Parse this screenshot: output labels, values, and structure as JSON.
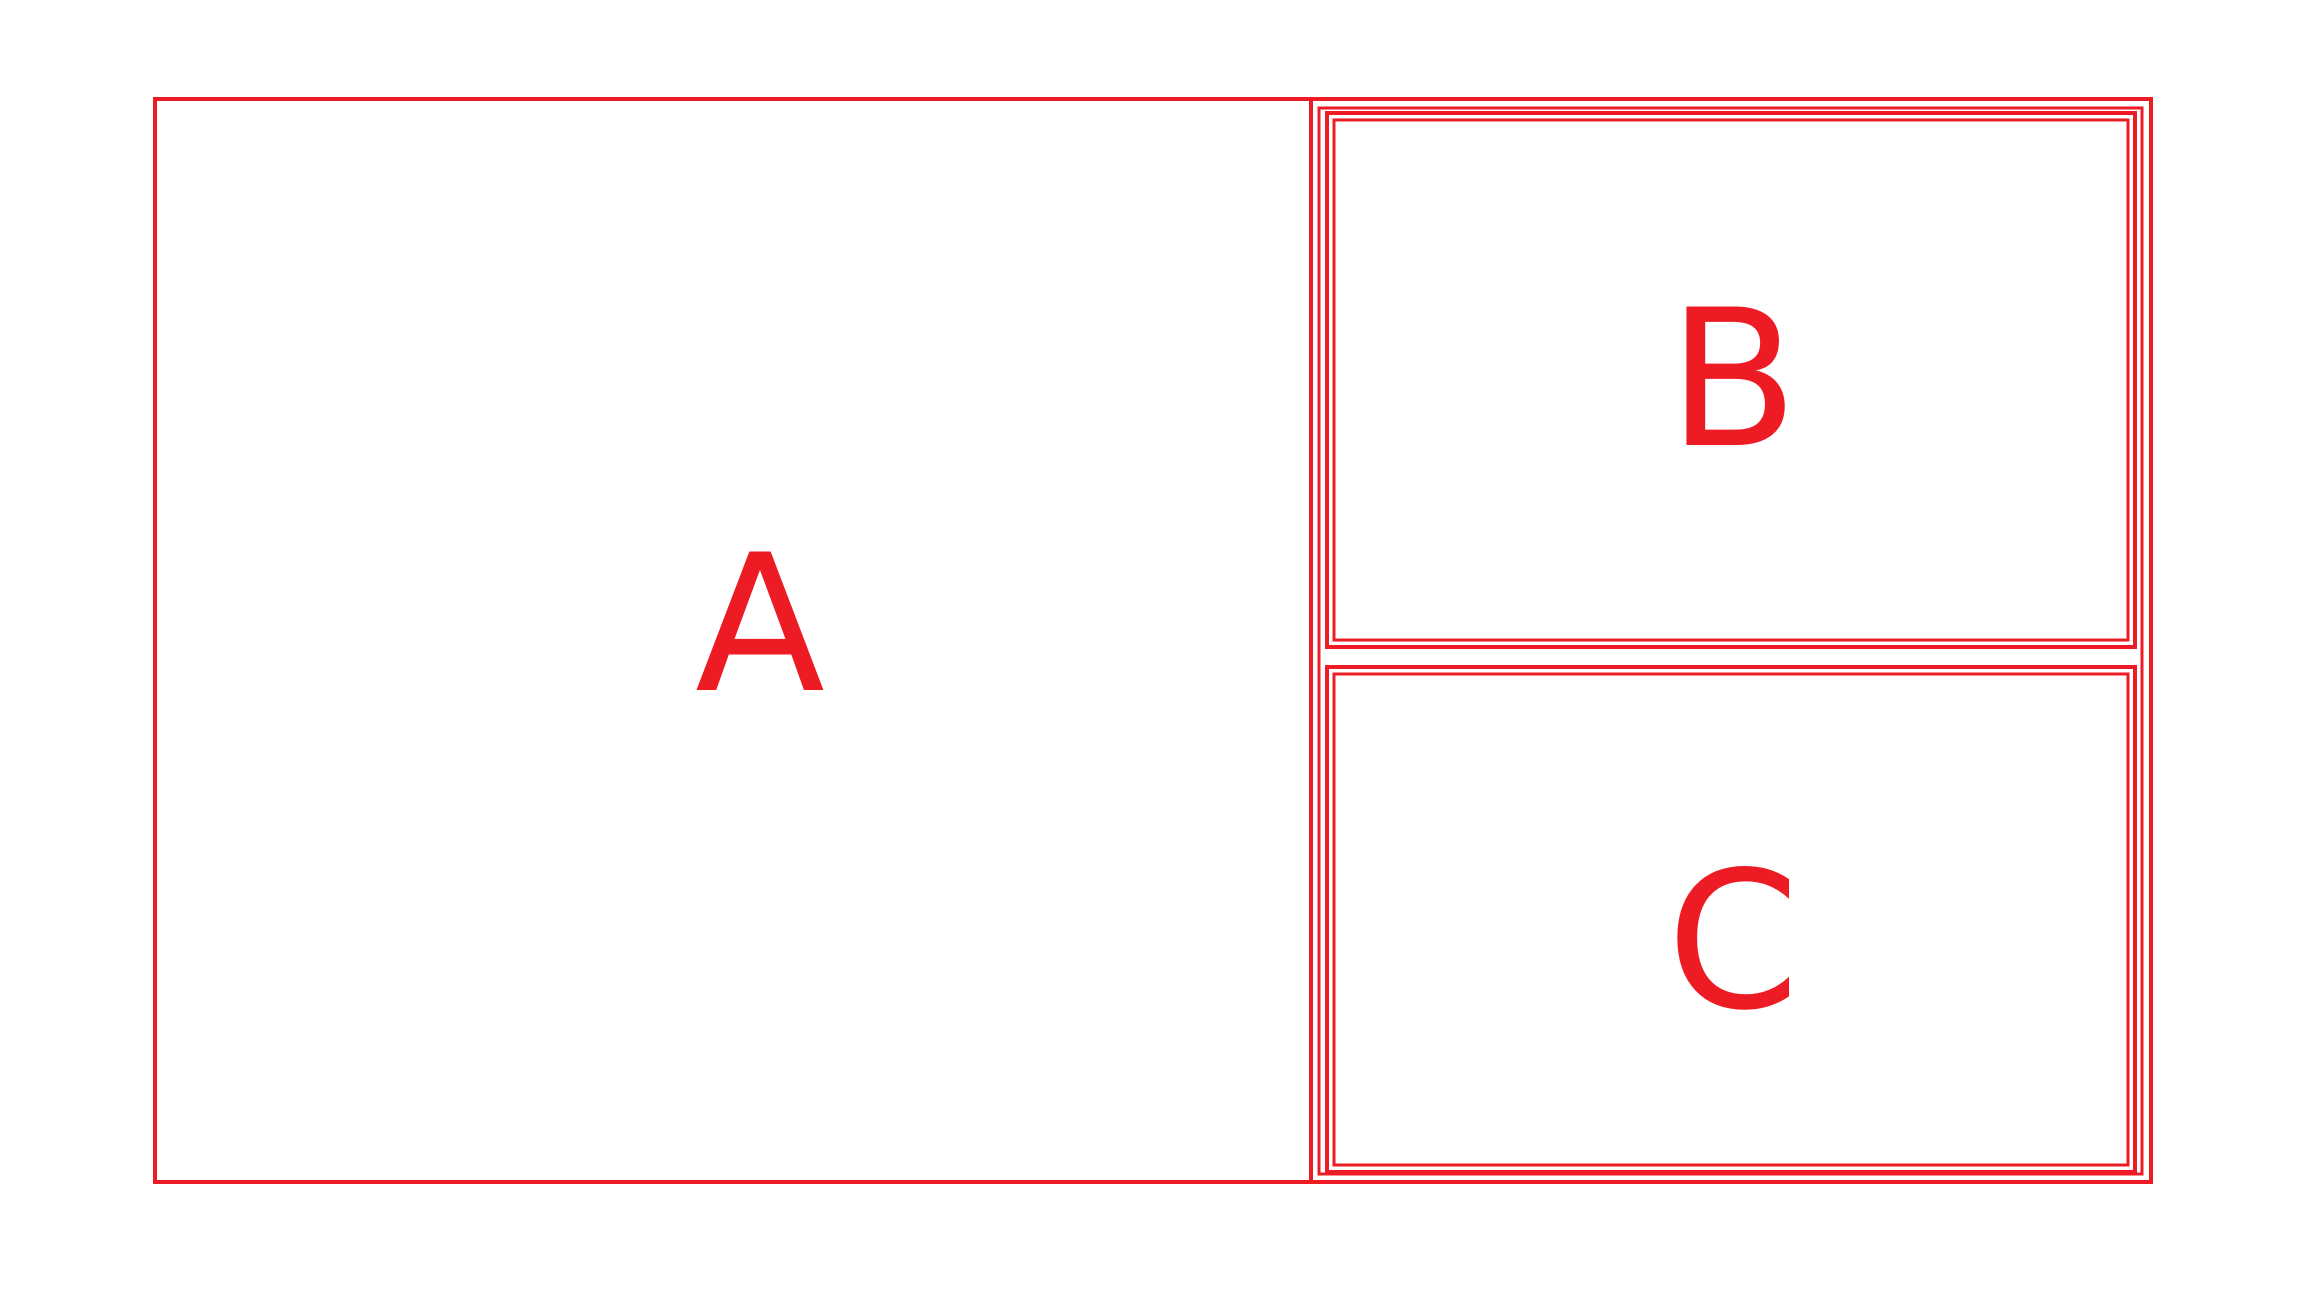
{
  "colors": {
    "line": "#ED1C24",
    "label": "#ED1C24",
    "background": "#FFFFFF"
  },
  "panels": {
    "a": {
      "label": "A"
    },
    "b": {
      "label": "B"
    },
    "c": {
      "label": "C"
    }
  }
}
